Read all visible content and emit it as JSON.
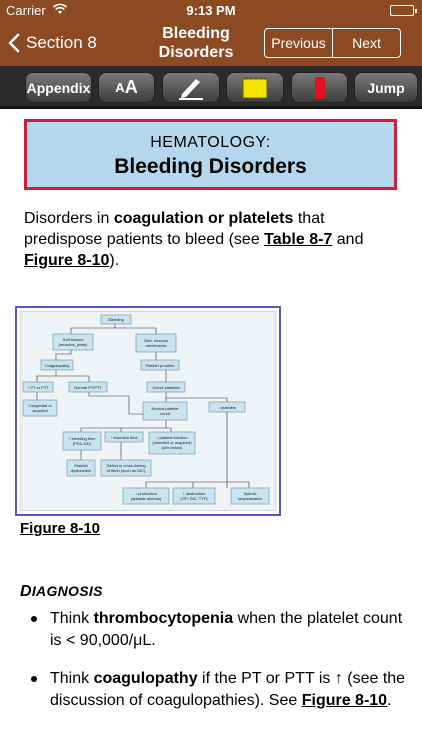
{
  "status_bar": {
    "carrier": "Carrier",
    "time": "9:13 PM"
  },
  "nav": {
    "back_label": "Section 8",
    "title_line1": "Bleeding",
    "title_line2": "Disorders",
    "previous_label": "Previous",
    "next_label": "Next"
  },
  "toolbar": {
    "appendix_label": "Appendix",
    "font_small": "A",
    "font_large": "A",
    "jump_label": "Jump",
    "highlight_yellow": "#f5e400",
    "highlight_red": "#e8101e"
  },
  "header": {
    "subtitle": "HEMATOLOGY:",
    "title": "Bleeding Disorders"
  },
  "intro": {
    "p1": "Disorders in ",
    "b1": "coagulation or platelets",
    "p2": " that predispose patients to bleed (see ",
    "link1": "Table 8-7",
    "p3": " and ",
    "link2": "Figure 8-10",
    "p4": ")."
  },
  "figure": {
    "caption": "Figure 8-10",
    "nodes": {
      "bleeding": "Bleeding",
      "soft": "Soft tissues",
      "soft2": "(muscles, joints)",
      "skin": "Skin, mucous",
      "skin2": "membranes",
      "coag": "Coagulopathy",
      "plt_problem": "Platelet problem",
      "pt_ptt": "↑ PT or PTT",
      "normal_pt": "Normal PT/PTT",
      "check_plt": "Check platelets",
      "congenital": "Congenital or",
      "congenital2": "acquired",
      "normal_plt": "Normal platelet",
      "normal_plt2": "count",
      "dec_plt": "↓ platelets",
      "bleed_time": "↑ bleeding time",
      "bleed_time2": "(PFA-100)",
      "thrombin": "↑ thrombin time",
      "plt_func": "↓ platelet function",
      "plt_func2": "(inherited or acquired)",
      "plt_func3": "(see below)",
      "plt_dys": "Platelet",
      "plt_dys2": "dysfunction",
      "defect": "Defect in cross-linking",
      "defect2": "of fibrin (such as DIC)",
      "dec_prod": "↓ production",
      "dec_prod2": "(aplastic anemia)",
      "inc_destr": "↑ destruction",
      "inc_destr2": "(ITP, DIC, TTP)",
      "splenic": "Splenic",
      "splenic2": "sequestration"
    }
  },
  "diagnosis": {
    "heading_first": "D",
    "heading_rest": "IAGNOSIS",
    "b1_p1": "Think ",
    "b1_b": "thrombocytopenia",
    "b1_p2": " when the platelet count is < 90,000/μL.",
    "b2_p1": "Think ",
    "b2_b": "coagulopathy",
    "b2_p2": " if the PT or PTT is ↑ (see the discussion of coagulopathies). See ",
    "b2_link": "Figure 8-10",
    "b2_p3": "."
  }
}
